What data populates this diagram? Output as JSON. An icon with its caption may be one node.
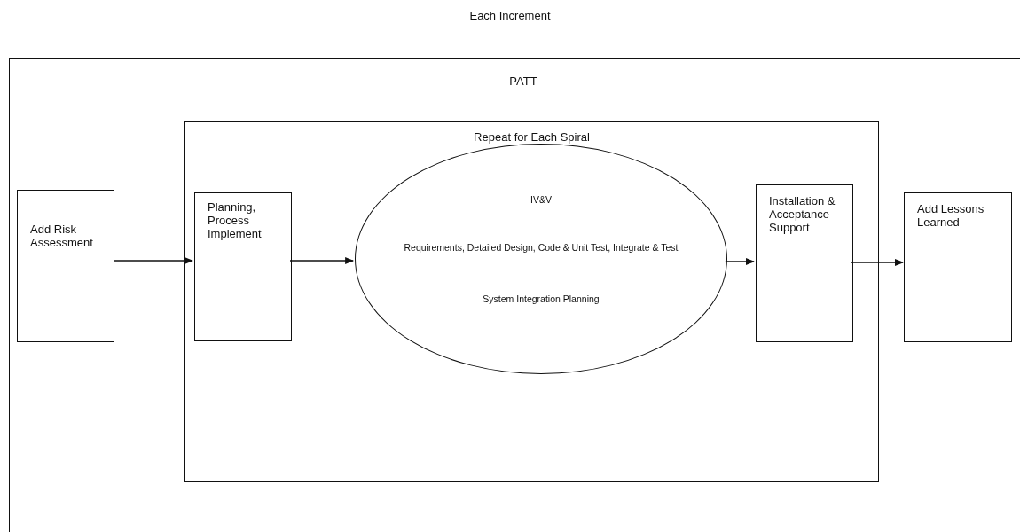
{
  "diagram": {
    "title": "Each Increment",
    "nodes": [
      {
        "text": [
          "PATT"
        ]
      },
      {
        "text": [
          "Add Risk Assessment"
        ],
        "in": 0
      },
      {
        "text": [
          "Repeat for Each Spiral"
        ],
        "in": 0
      },
      {
        "text": [
          "Planning, Process Implement"
        ],
        "in": 2
      },
      {
        "text": [
          "IV&V",
          "Requirements, Detailed Design, Code & Unit Test, Integrate & Test",
          "System Integration Planning"
        ],
        "in": 2
      },
      {
        "text": [
          "Installation & Acceptance Support"
        ],
        "in": 2
      },
      {
        "text": [
          "Add Lessons Learned"
        ],
        "in": 0
      }
    ],
    "edges": [
      {
        "from": 1,
        "to": 3,
        "arrow": "to"
      },
      {
        "from": 3,
        "to": 4,
        "arrow": "to"
      },
      {
        "from": 4,
        "to": 5,
        "arrow": "to"
      },
      {
        "from": 5,
        "to": 6,
        "arrow": "to"
      }
    ]
  }
}
